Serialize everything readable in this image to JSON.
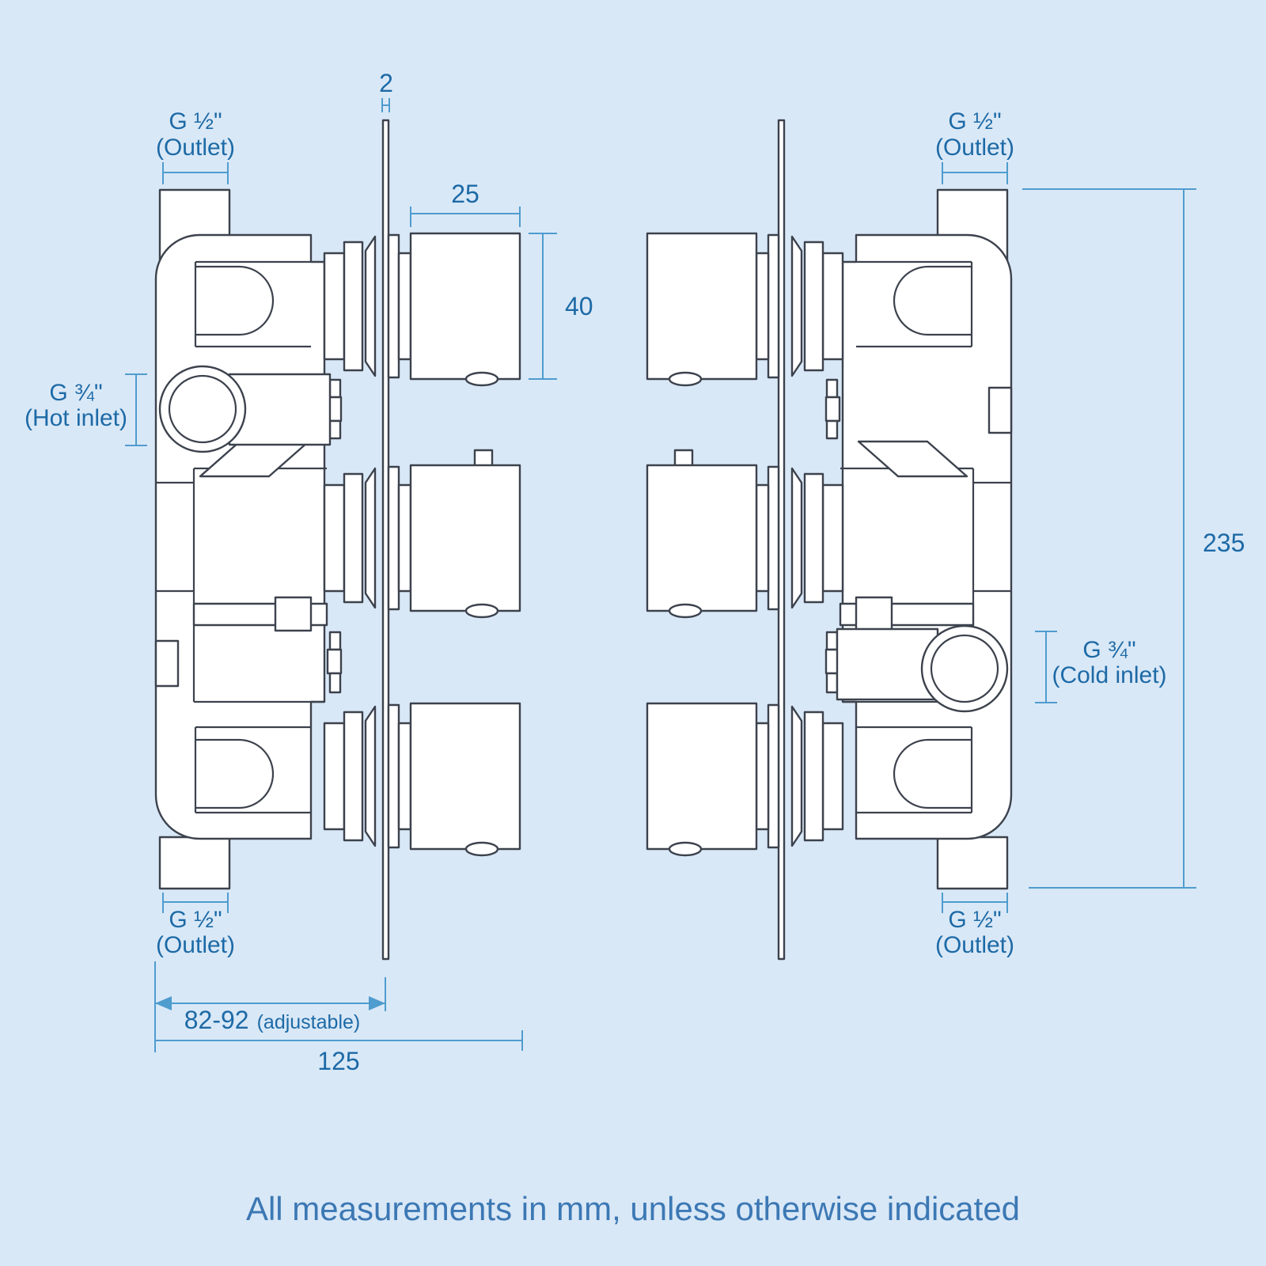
{
  "drawing": {
    "caption": "All measurements in mm, unless otherwise indicated",
    "colors": {
      "background": "#d9e8f7",
      "line_art": "#3c424d",
      "dimension": "#4f9cce",
      "label_text": "#1d6aa6",
      "caption_text": "#3c78b4",
      "fill": "#ffffff"
    },
    "labels": {
      "plate_thickness": "2",
      "knob_depth": "25",
      "knob_height": "40",
      "outlet": {
        "line1": "G ½\"",
        "line2": "(Outlet)"
      },
      "hot_inlet": {
        "line1": "G ¾\"",
        "line2": "(Hot inlet)"
      },
      "cold_inlet": {
        "line1": "G ¾\"",
        "line2": "(Cold inlet)"
      },
      "adjustable_range": "82-92",
      "adjustable_note": "(adjustable)",
      "overall_width": "125",
      "overall_height": "235"
    }
  }
}
